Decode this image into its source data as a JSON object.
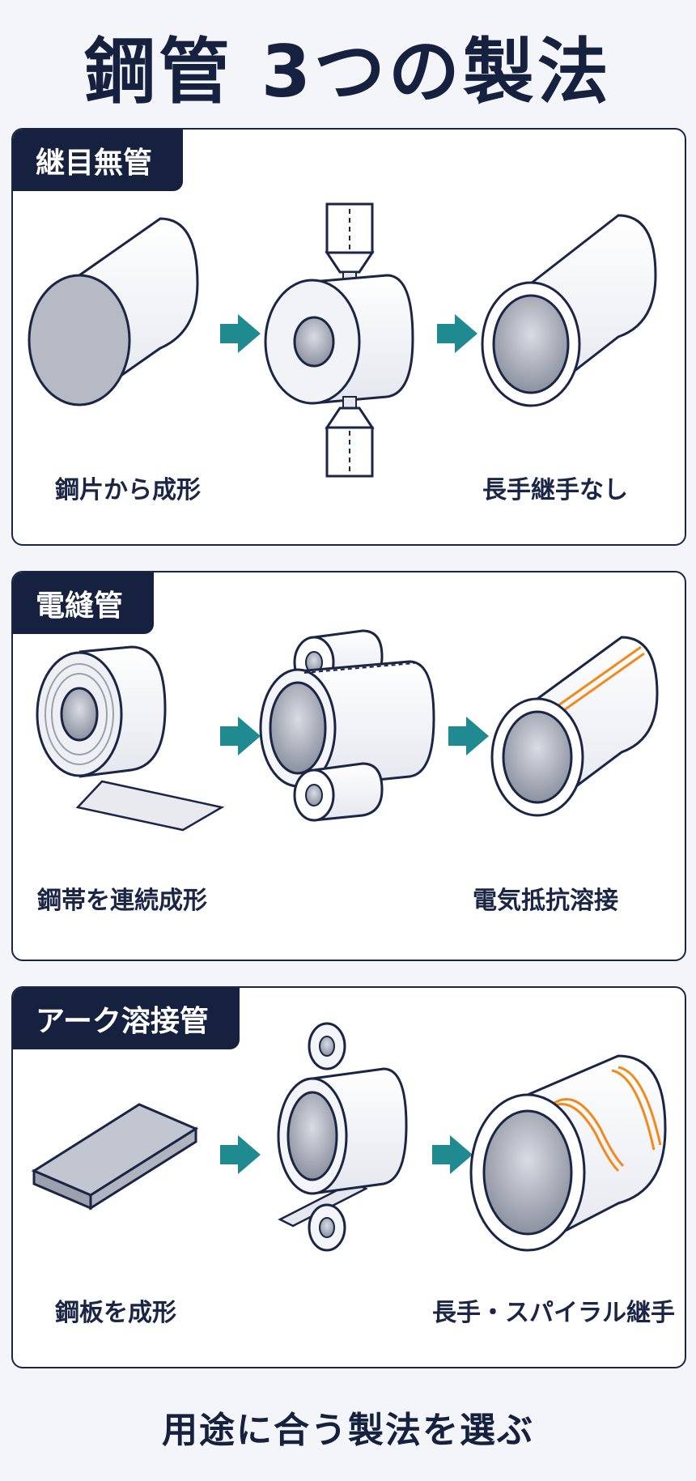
{
  "title": "鋼管 3つの製法",
  "sections": [
    {
      "name": "継目無管",
      "left_caption": "鋼片から成形",
      "right_caption": "長手継手なし"
    },
    {
      "name": "電縫管",
      "left_caption": "鋼帯を連続成形",
      "right_caption": "電気抵抗溶接"
    },
    {
      "name": "アーク溶接管",
      "left_caption": "鋼板を成形",
      "right_caption": "長手・スパイラル継手"
    }
  ],
  "footer": "用途に合う製法を選ぶ",
  "colors": {
    "navy": "#162140",
    "arrow": "#1f8a8f",
    "weld": "#f08a1c",
    "steel_gray": "#aeb3bf"
  },
  "icons": [
    "arrow-right-icon"
  ]
}
